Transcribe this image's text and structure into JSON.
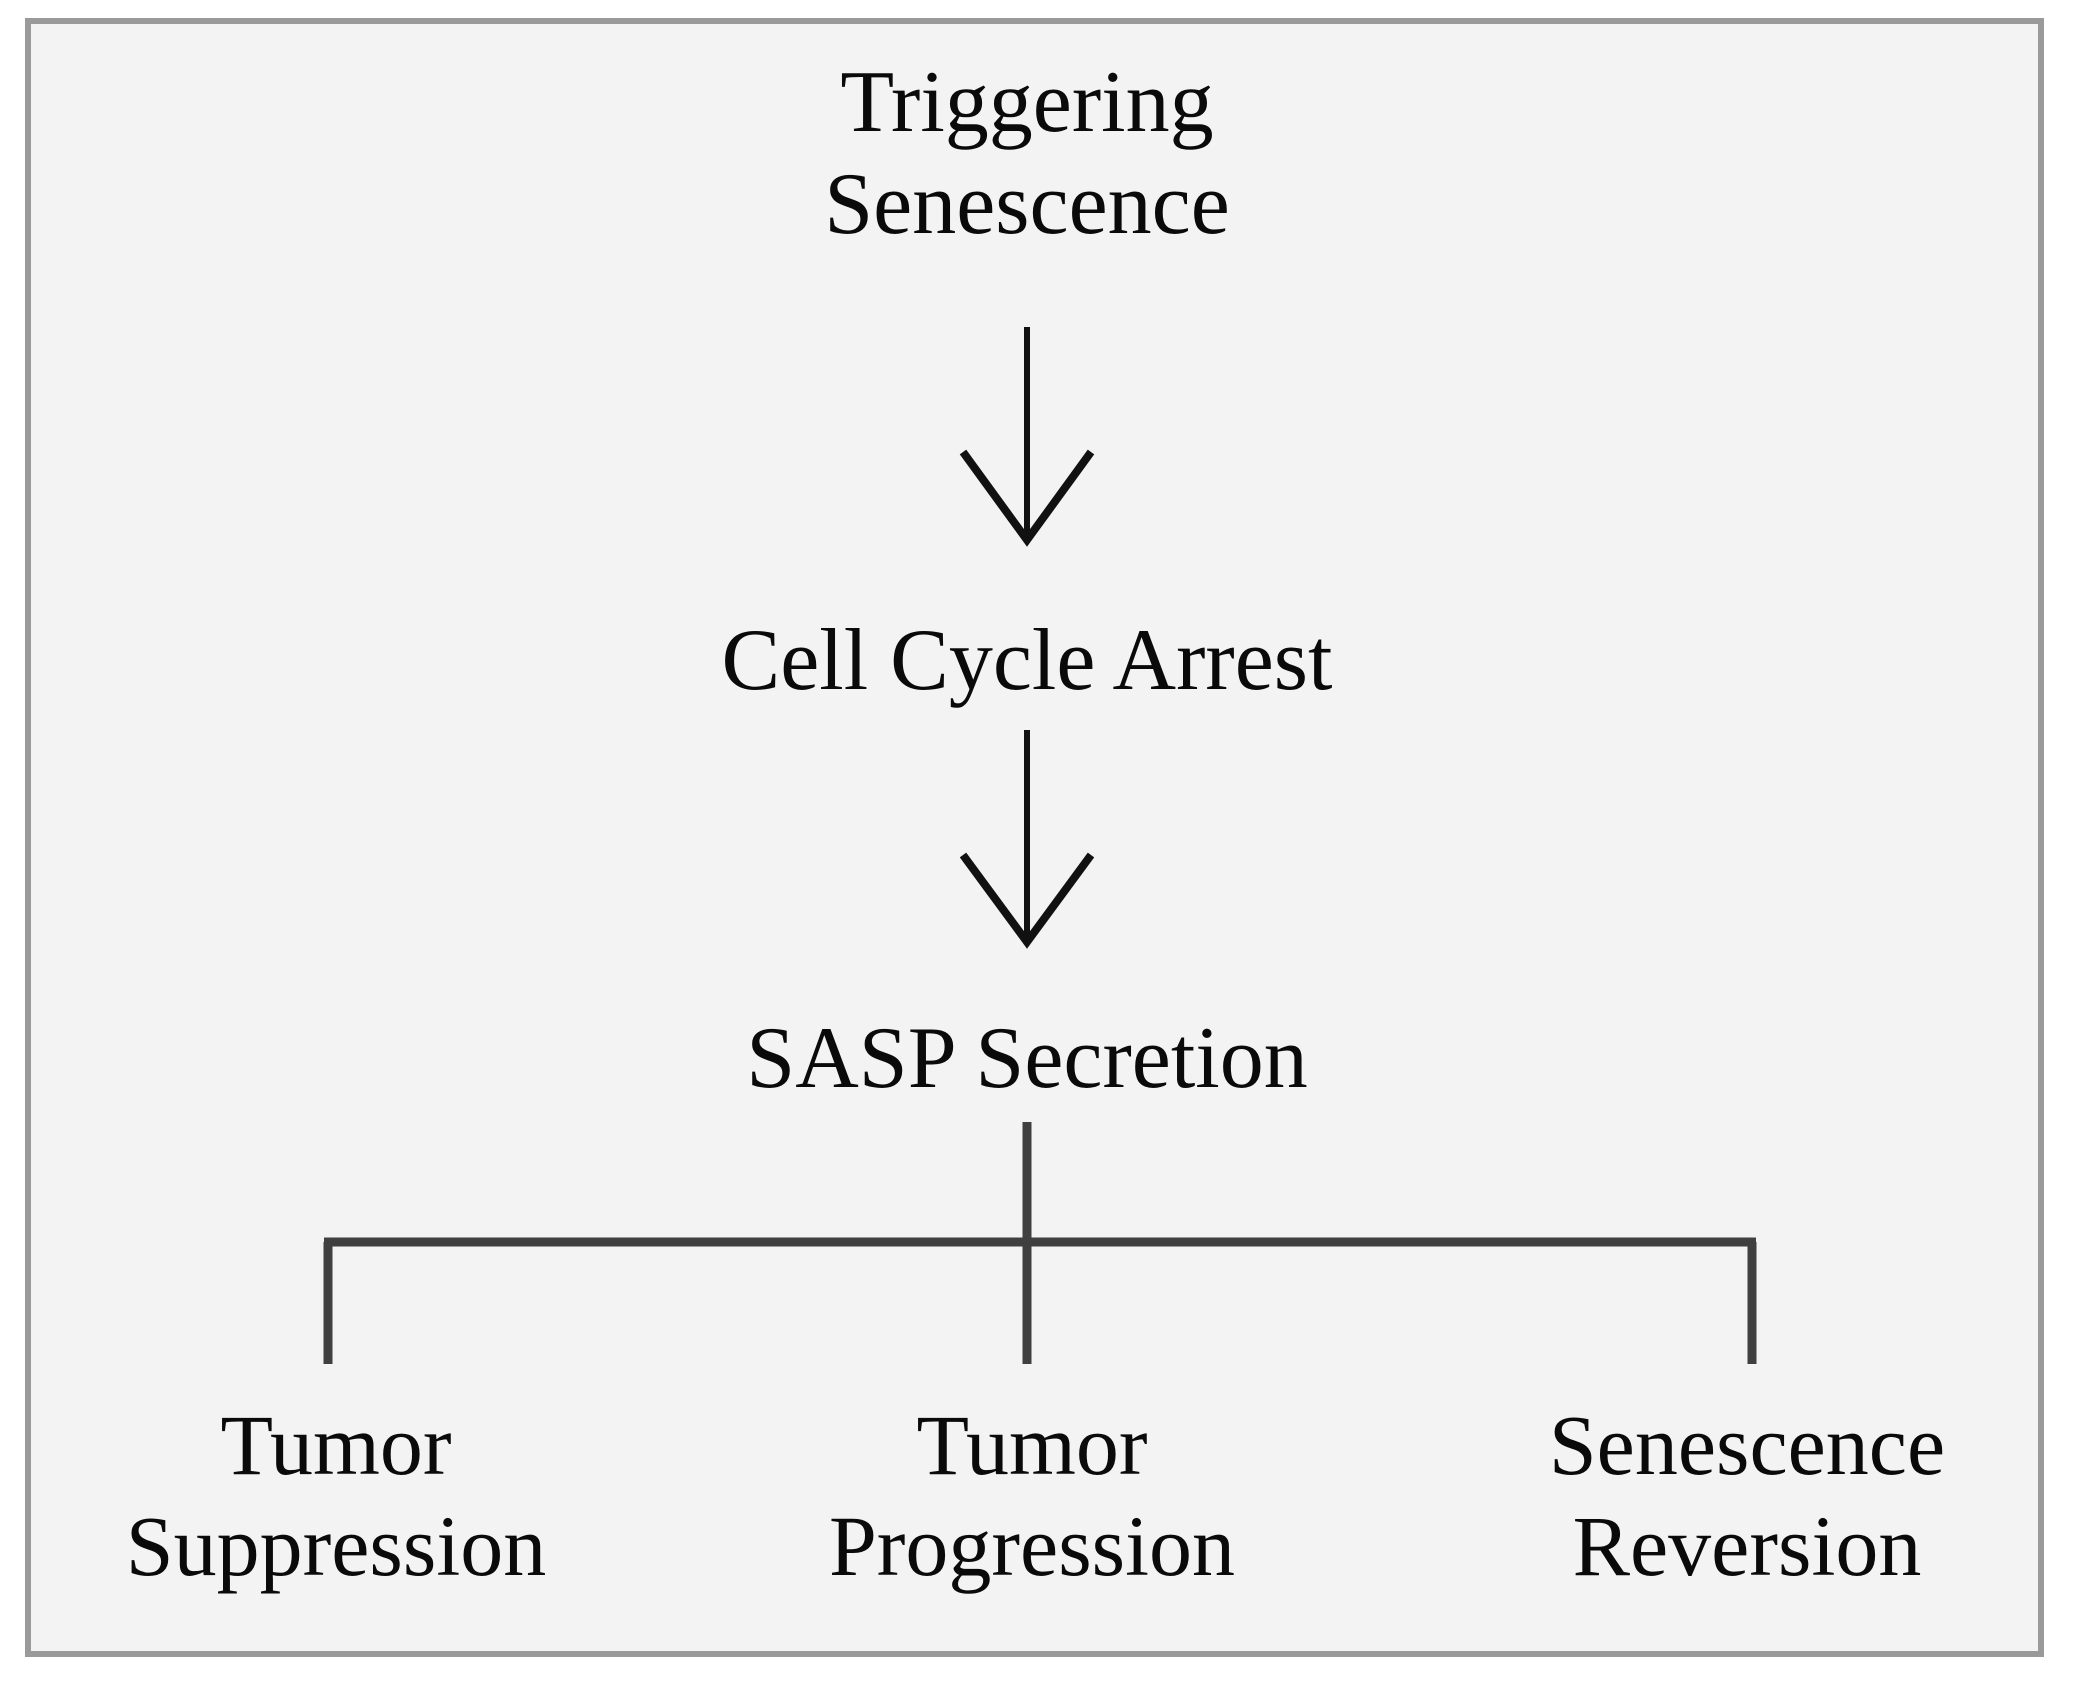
{
  "figure": {
    "background_color": "#f3f3f3",
    "border_color": "#9a9a9a",
    "text_color": "#0a0a0a",
    "arrow_color": "#111111",
    "branch_connector_color": "#3f3f3f"
  },
  "flowchart": {
    "type": "flowchart",
    "orientation": "top-to-bottom",
    "nodes": [
      {
        "id": "trigger",
        "label": "Triggering\nSenescence"
      },
      {
        "id": "arrest",
        "label": "Cell Cycle Arrest"
      },
      {
        "id": "sasp",
        "label": "SASP Secretion"
      }
    ],
    "outcomes": [
      {
        "id": "suppression",
        "label": "Tumor\nSuppression"
      },
      {
        "id": "progression",
        "label": "Tumor\nProgression"
      },
      {
        "id": "reversion",
        "label": "Senescence\nReversion"
      }
    ],
    "edges": [
      {
        "from": "trigger",
        "to": "arrest",
        "style": "arrow"
      },
      {
        "from": "arrest",
        "to": "sasp",
        "style": "arrow"
      },
      {
        "from": "sasp",
        "to": "suppression",
        "style": "bracket"
      },
      {
        "from": "sasp",
        "to": "progression",
        "style": "bracket"
      },
      {
        "from": "sasp",
        "to": "reversion",
        "style": "bracket"
      }
    ]
  }
}
